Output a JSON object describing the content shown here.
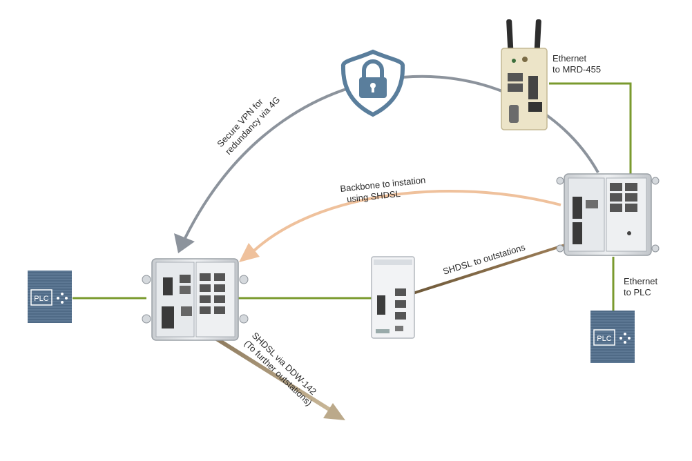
{
  "labels": {
    "ethernet_mrd": [
      "Ethernet",
      "to MRD-455"
    ],
    "secure_vpn": [
      "Secure VPN for",
      "redundancy via 4G"
    ],
    "backbone": [
      "Backbone to instation",
      "using SHDSL"
    ],
    "shdsl_outstations": "SHDSL to outstations",
    "ethernet_plc": [
      "Ethernet",
      "to PLC"
    ],
    "shdsl_ddw": [
      "SHDSL via DDW-142",
      "(To further outstations)"
    ]
  },
  "plc_left": "PLC",
  "plc_right": "PLC",
  "colors": {
    "green_link": "#7a9a2e",
    "gray_arc": "#8c939c",
    "peach_arc": "#efc19c",
    "brown_link": "#8b6a45",
    "tan_arrow": "#b8a688",
    "shield": "#5a7e9c",
    "plc_body": "#4f6a86"
  },
  "icons": [
    "lock-shield-icon",
    "plc-icon",
    "router-icon",
    "switch-icon"
  ]
}
